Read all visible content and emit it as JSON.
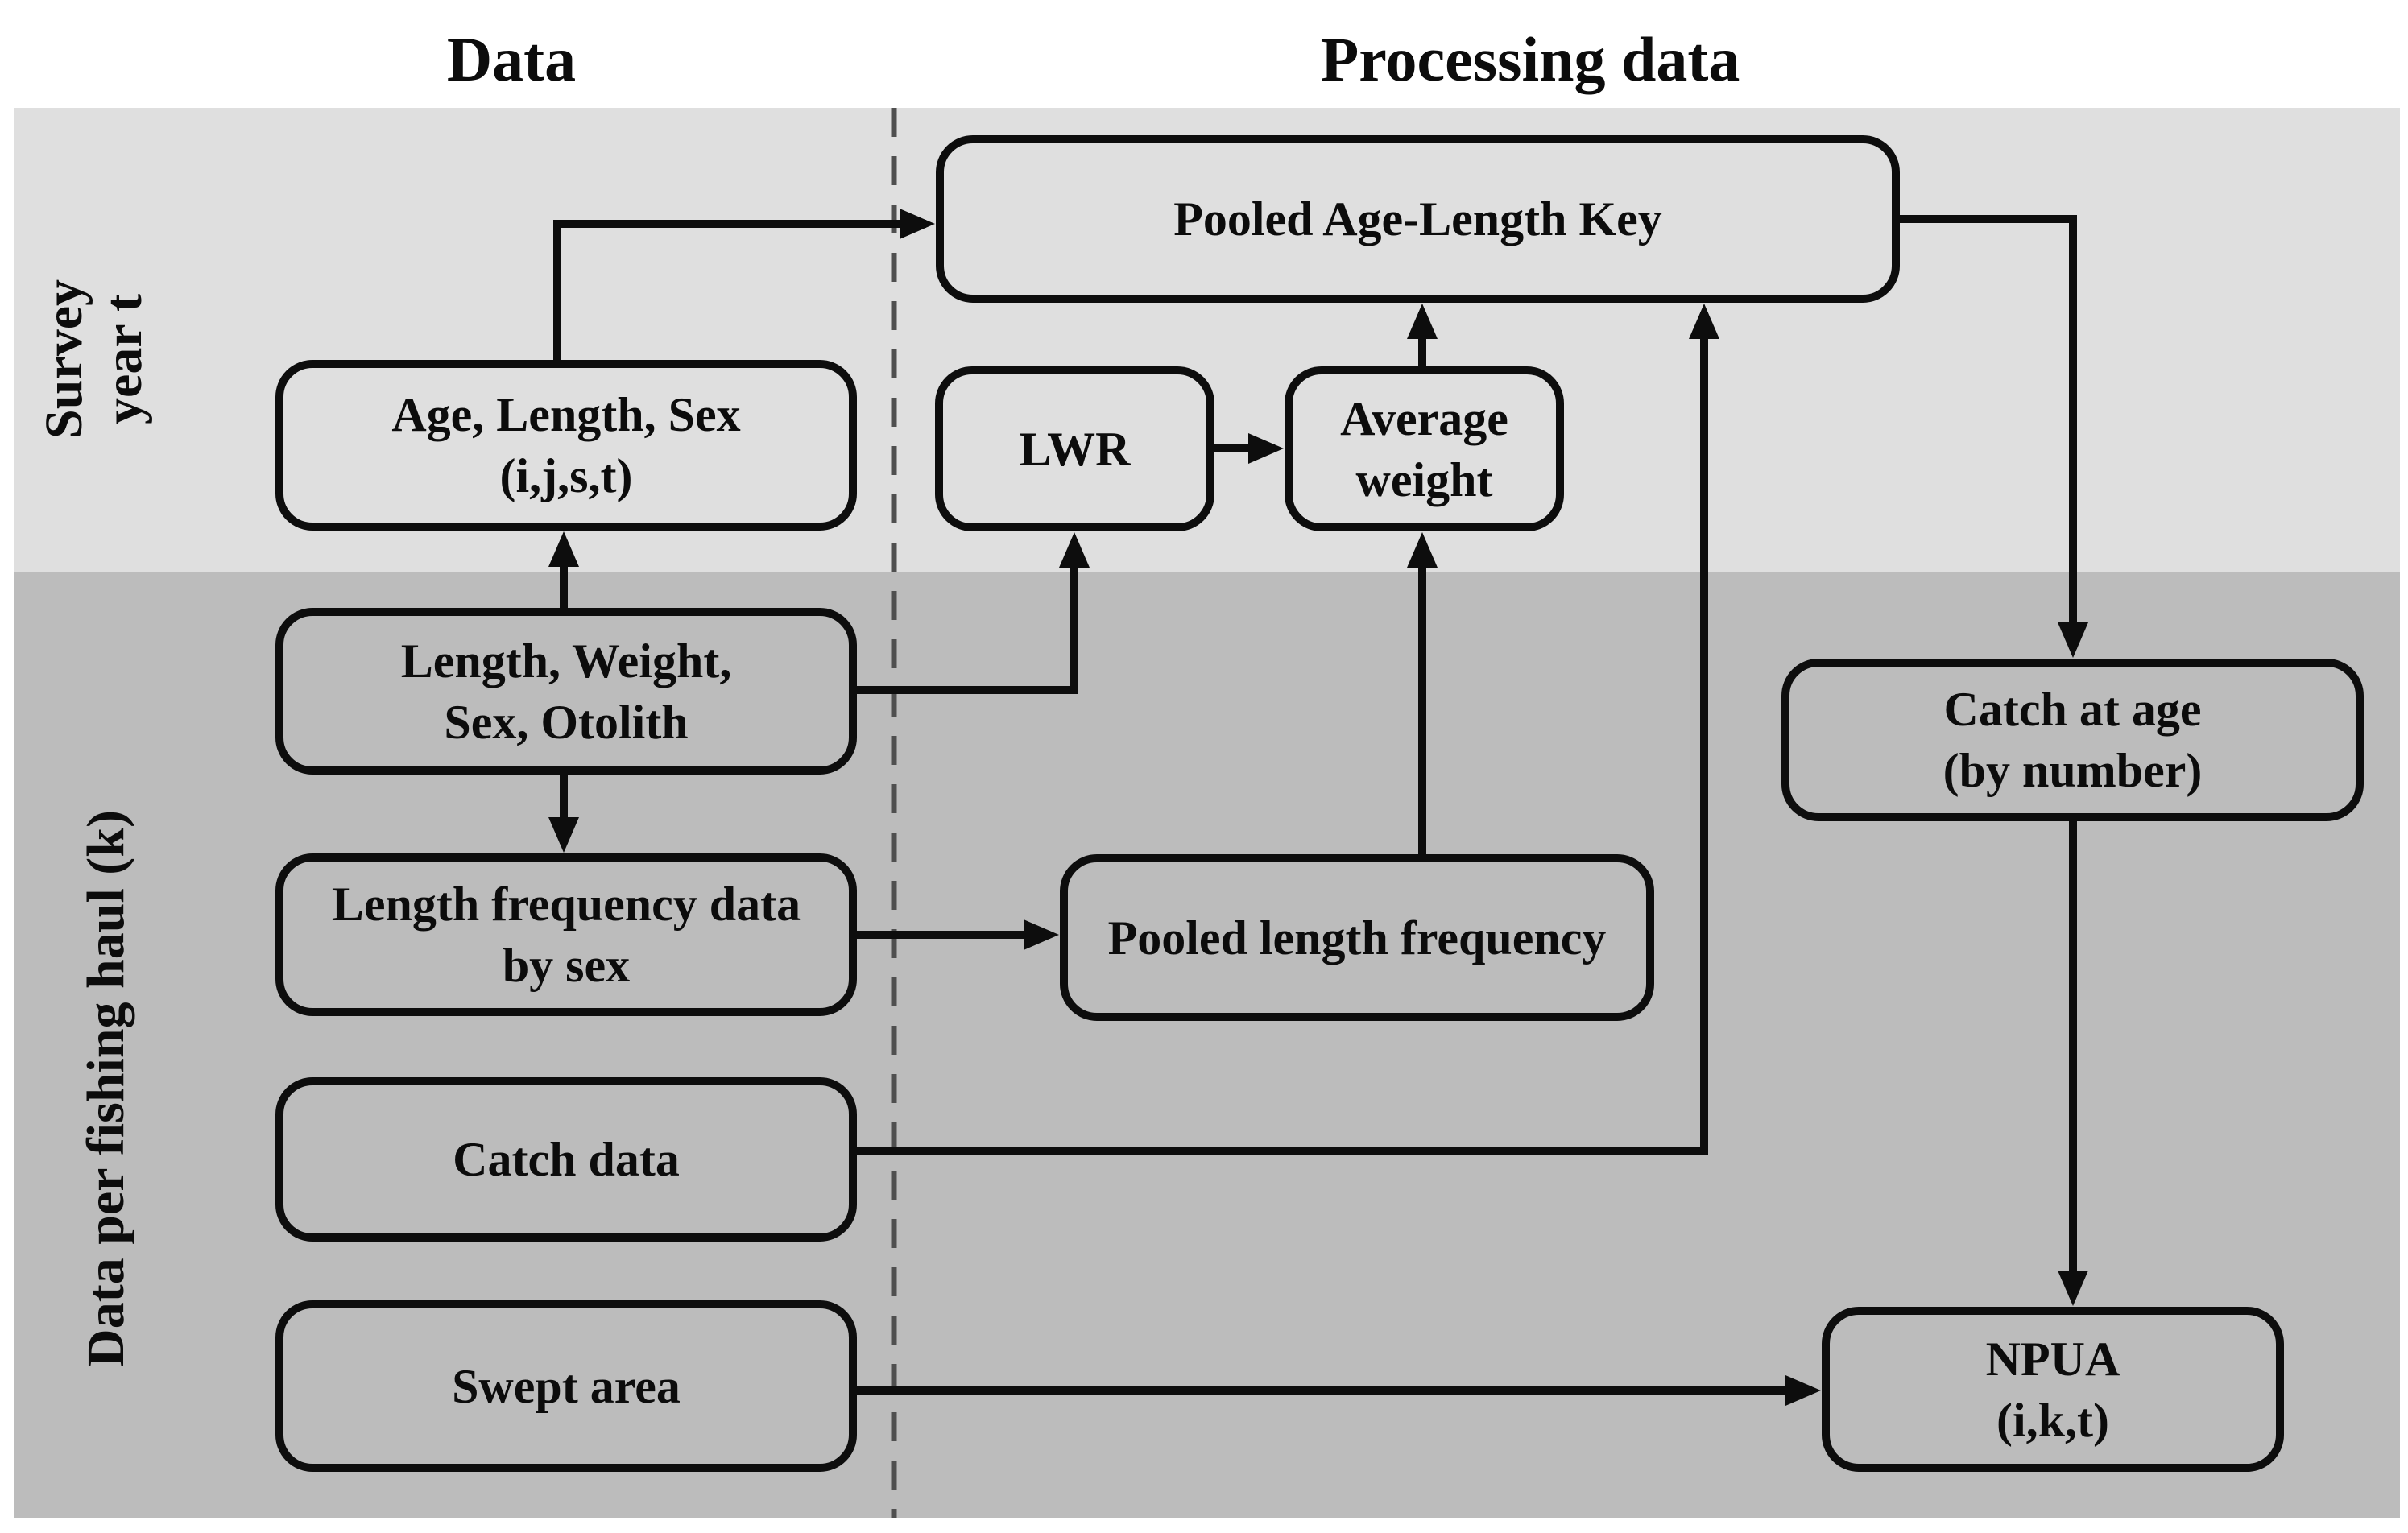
{
  "headers": {
    "left": "Data",
    "right": "Processing data"
  },
  "bands": {
    "top": {
      "label_line1": "Survey",
      "label_line2": "year t",
      "color": "#dfdfdf"
    },
    "bottom": {
      "label": "Data per fishing haul (k)",
      "color": "#bcbcbc"
    }
  },
  "boxes": {
    "pooled_alk": {
      "label": "Pooled Age-Length Key"
    },
    "age_length_sex": {
      "line1": "Age, Length, Sex",
      "line2": "(i,j,s,t)"
    },
    "lwr": {
      "label": "LWR"
    },
    "average_weight": {
      "line1": "Average",
      "line2": "weight"
    },
    "length_weight_sex_otolith": {
      "line1": "Length, Weight,",
      "line2": "Sex, Otolith"
    },
    "length_frequency": {
      "line1": "Length frequency data",
      "line2": "by sex"
    },
    "pooled_length_frequency": {
      "label": "Pooled length frequency"
    },
    "catch_at_age": {
      "line1": "Catch at age",
      "line2": "(by number)"
    },
    "catch_data": {
      "label": "Catch data"
    },
    "swept_area": {
      "label": "Swept area"
    },
    "npua": {
      "line1": "NPUA",
      "line2": "(i,k,t)"
    }
  },
  "edges": [
    {
      "from": "age_length_sex",
      "to": "pooled_alk"
    },
    {
      "from": "length_weight_sex_otolith",
      "to": "age_length_sex"
    },
    {
      "from": "length_weight_sex_otolith",
      "to": "lwr"
    },
    {
      "from": "length_weight_sex_otolith",
      "to": "length_frequency"
    },
    {
      "from": "lwr",
      "to": "average_weight"
    },
    {
      "from": "length_frequency",
      "to": "pooled_length_frequency"
    },
    {
      "from": "pooled_length_frequency",
      "to": "average_weight"
    },
    {
      "from": "average_weight",
      "to": "pooled_alk"
    },
    {
      "from": "catch_data",
      "to": "pooled_alk"
    },
    {
      "from": "pooled_alk",
      "to": "catch_at_age"
    },
    {
      "from": "catch_at_age",
      "to": "npua"
    },
    {
      "from": "swept_area",
      "to": "npua"
    }
  ]
}
